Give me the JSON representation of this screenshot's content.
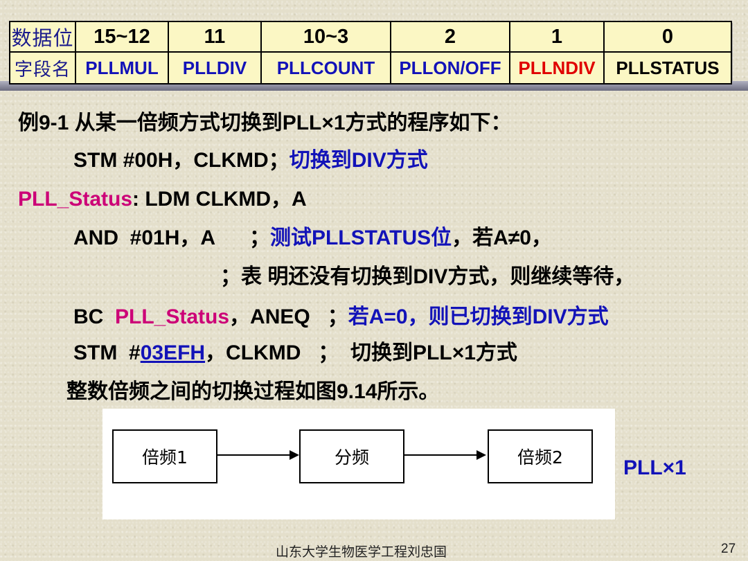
{
  "register_table": {
    "row1": [
      "数据位",
      "15~12",
      "11",
      "10~3",
      "2",
      "1",
      "0"
    ],
    "row2": [
      "字段名",
      "PLLMUL",
      "PLLDIV",
      "PLLCOUNT",
      "PLLON/OFF",
      "PLLNDIV",
      "PLLSTATUS"
    ]
  },
  "lines": {
    "l1": "例9-1 从某一倍频方式切换到PLL×1方式的程序如下：",
    "l2_code": "STM  #00H，CLKMD；",
    "l2_comment": "切换到DIV方式",
    "l3_label": "PLL_Status",
    "l3_code": ": LDM  CLKMD，A",
    "l4_code": "AND  #01H，A      ；",
    "l4_comment": "测试PLLSTATUS位",
    "l4_tail": "，若A≠0，",
    "l5": "；表 明还没有切换到DIV方式，则继续等待，",
    "l6_bc": "BC  ",
    "l6_label": "PLL_Status",
    "l6_code": "，ANEQ   ；",
    "l6_comment": "若A=0，则已切换到DIV方式",
    "l7_pre": "STM  #",
    "l7_link": "03EFH",
    "l7_post": "，CLKMD   ；  切换到PLL×1方式",
    "l8": "整数倍频之间的切换过程如图9.14所示。"
  },
  "diagram": {
    "box1": "倍频1",
    "box2": "分频",
    "box3": "倍频2",
    "side_label": "PLL×1"
  },
  "footer": {
    "author": "山东大学生物医学工程刘忠国",
    "page": "27"
  }
}
